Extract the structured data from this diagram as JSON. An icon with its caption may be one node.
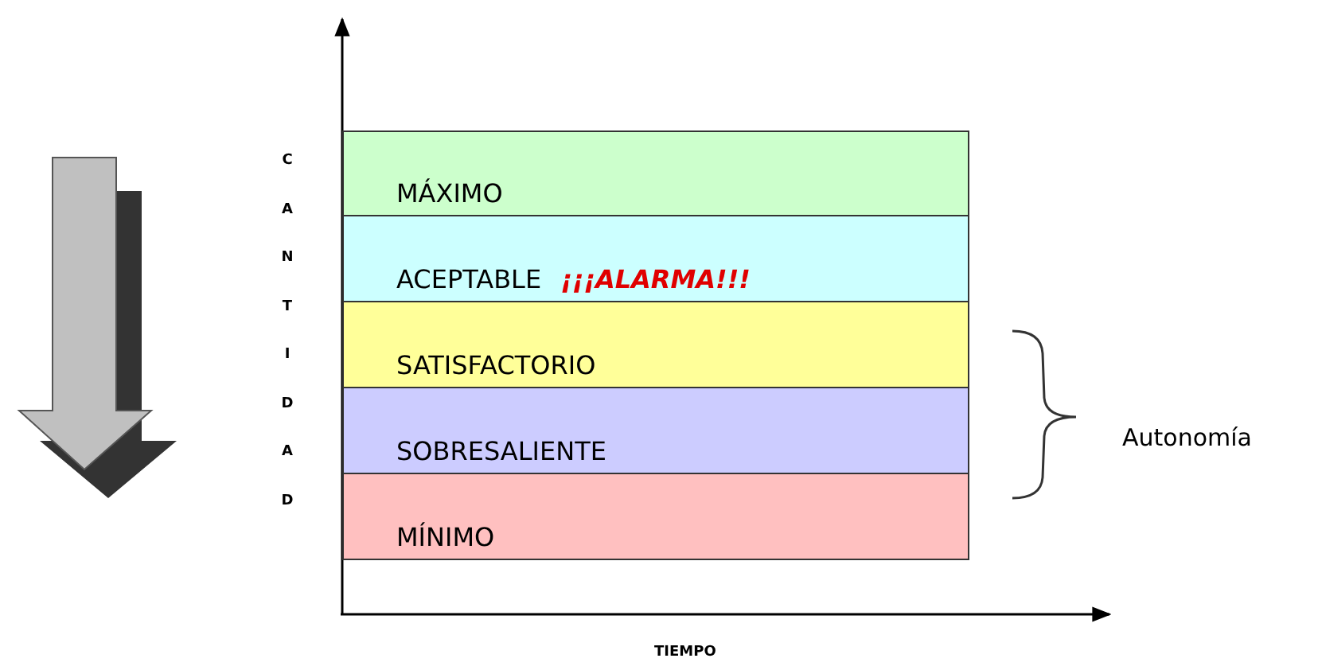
{
  "diagram": {
    "nodes": [
      {
        "text": [
          "MÁXIMO"
        ]
      },
      {
        "text": [
          "ACEPTABLE",
          "¡¡¡ALARMA!!!"
        ]
      },
      {
        "text": [
          "SATISFACTORIO"
        ]
      },
      {
        "text": [
          "SOBRESALIENTE"
        ]
      },
      {
        "text": [
          "MÍNIMO"
        ]
      }
    ],
    "labels": [
      "CANTIDAD",
      "TIEMPO",
      "Autonomía"
    ]
  }
}
